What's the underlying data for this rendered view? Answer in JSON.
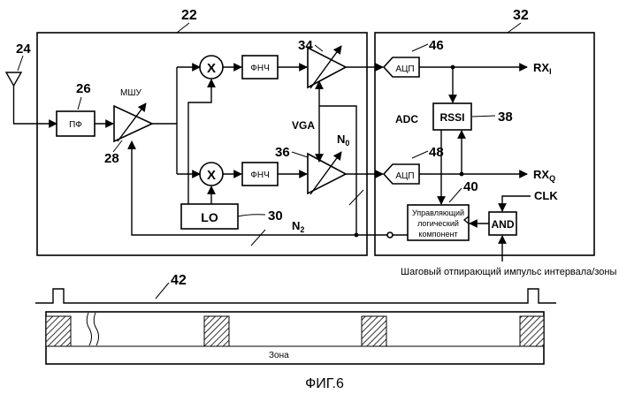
{
  "refs": {
    "r22": "22",
    "r32": "32",
    "r24": "24",
    "r26": "26",
    "r28": "28",
    "r34": "34",
    "r36": "36",
    "r46": "46",
    "r48": "48",
    "r38": "38",
    "r40": "40",
    "r30": "30",
    "r42": "42"
  },
  "blocks": {
    "bpf": "ПФ",
    "lna": "МШУ",
    "mixer_sym": "X",
    "lpf": "ФНЧ",
    "vga": "VGA",
    "adc_cyr": "АЦП",
    "adc": "ADC",
    "rssi": "RSSI",
    "lo": "LO",
    "and_gate": "AND",
    "logic_line1": "Управляющий",
    "logic_line2": "логический",
    "logic_line3": "компонент"
  },
  "signals": {
    "rx_i": "RX",
    "rx_i_sub": "I",
    "rx_q": "RX",
    "rx_q_sub": "Q",
    "clk": "CLK",
    "n0": "N",
    "n0_sub": "0",
    "n2": "N",
    "n2_sub": "2",
    "gate_pulse": "Шаговый отпирающий импульс интервала/зоны"
  },
  "timeline": {
    "zone_label": "Зона"
  },
  "caption": "ФИГ.6"
}
